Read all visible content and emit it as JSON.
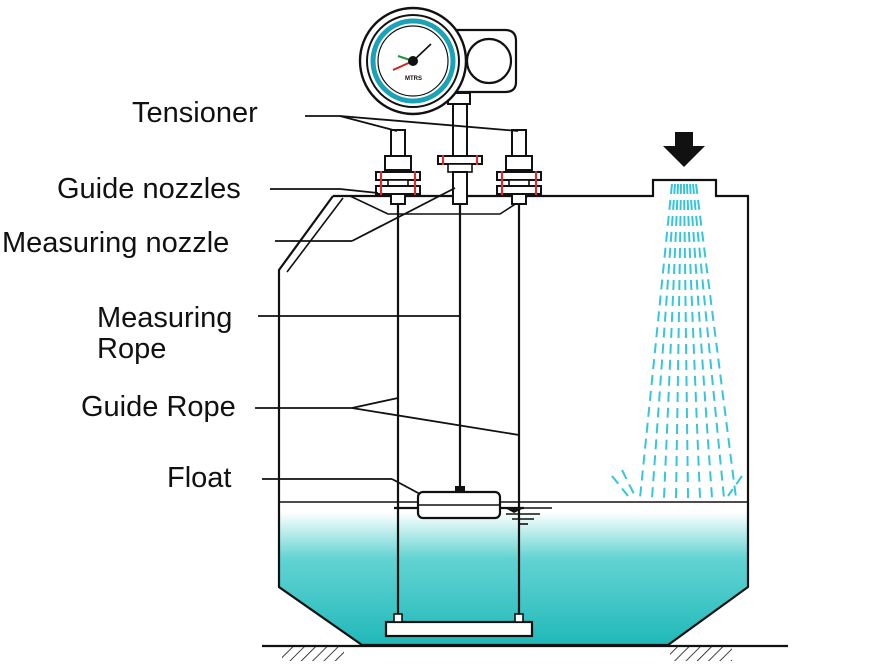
{
  "labels": {
    "tensioner": "Tensioner",
    "guide_nozzles": "Guide nozzles",
    "measuring_nozzle": "Measuring nozzle",
    "measuring_rope_line1": "Measuring",
    "measuring_rope_line2": "Rope",
    "guide_rope": "Guide Rope",
    "float": "Float"
  },
  "gauge": {
    "unit": "MTRS"
  },
  "colors": {
    "liquid": "#2ec4c4",
    "spray": "#36c6da",
    "flange_bolt": "#d03030",
    "gauge_ring": "#1aa3b8",
    "gauge_needle_red": "#d02020",
    "gauge_needle_green": "#1a9a3a"
  },
  "icons": {
    "inlet_arrow": "arrow-down-icon",
    "gauge": "gauge-dial-icon"
  }
}
